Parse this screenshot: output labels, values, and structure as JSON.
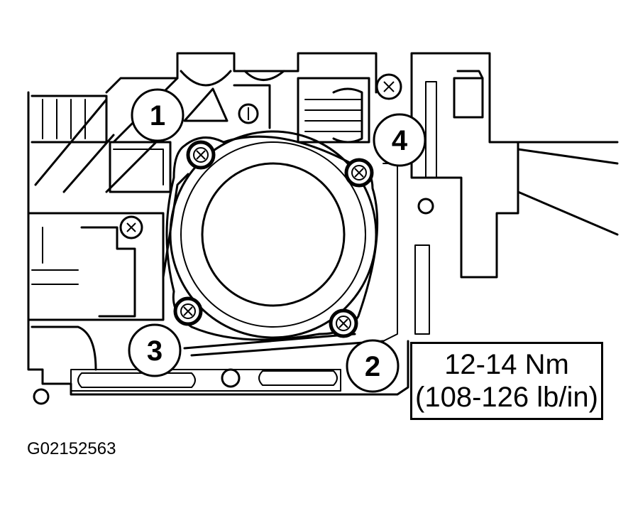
{
  "callouts": [
    {
      "label": "1"
    },
    {
      "label": "2"
    },
    {
      "label": "3"
    },
    {
      "label": "4"
    }
  ],
  "torque_spec": {
    "metric": "12-14 Nm",
    "imperial": "(108-126 lb/in)"
  },
  "figure_id": "G02152563",
  "colors": {
    "ink": "#000000",
    "paper": "#ffffff"
  }
}
